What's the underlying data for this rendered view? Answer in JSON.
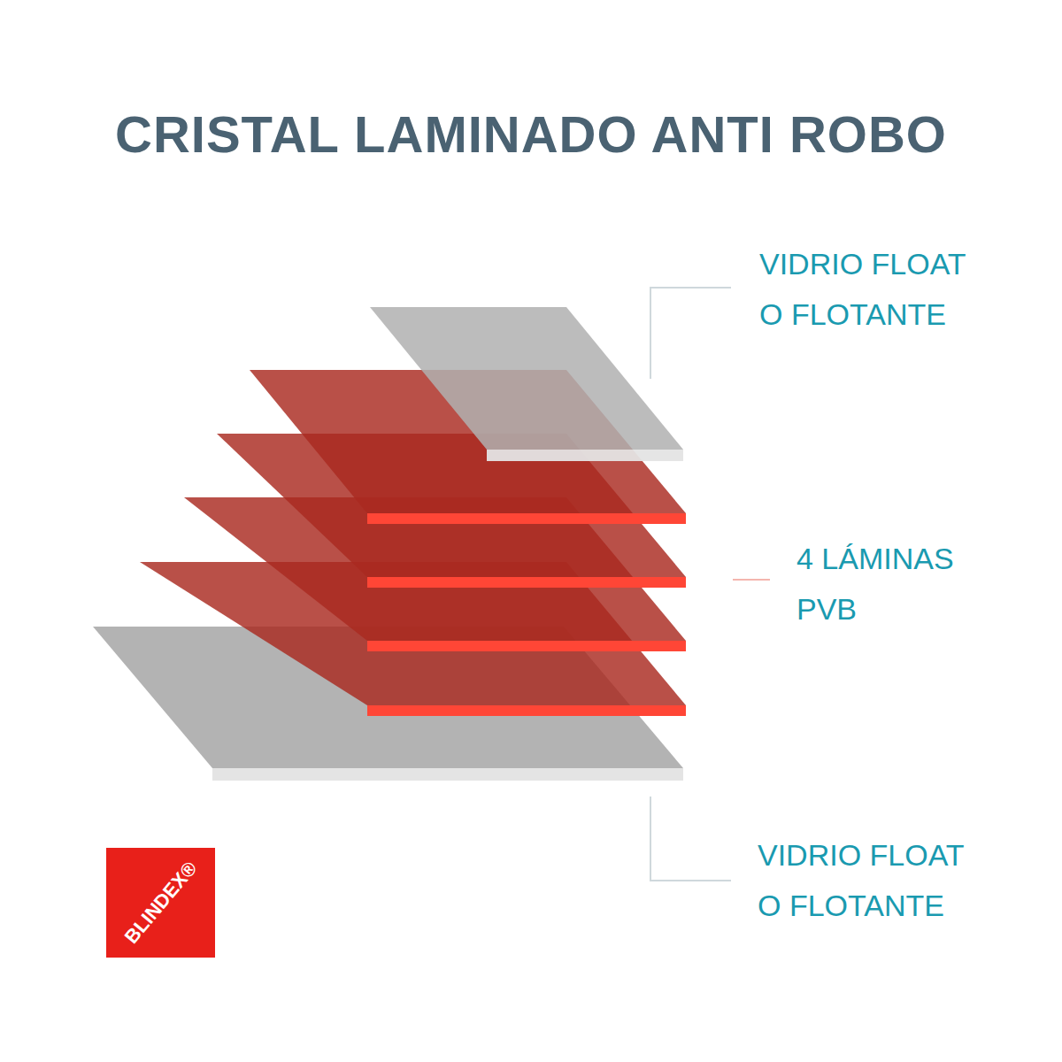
{
  "diagram": {
    "title": "CRISTAL LAMINADO ANTI ROBO",
    "nodes": [
      {
        "text": [
          "BLINDEX®"
        ]
      }
    ],
    "labels": [
      "VIDRIO FLOAT O FLOTANTE",
      "4 LÁMINAS PVB",
      "VIDRIO FLOAT O FLOTANTE"
    ]
  }
}
